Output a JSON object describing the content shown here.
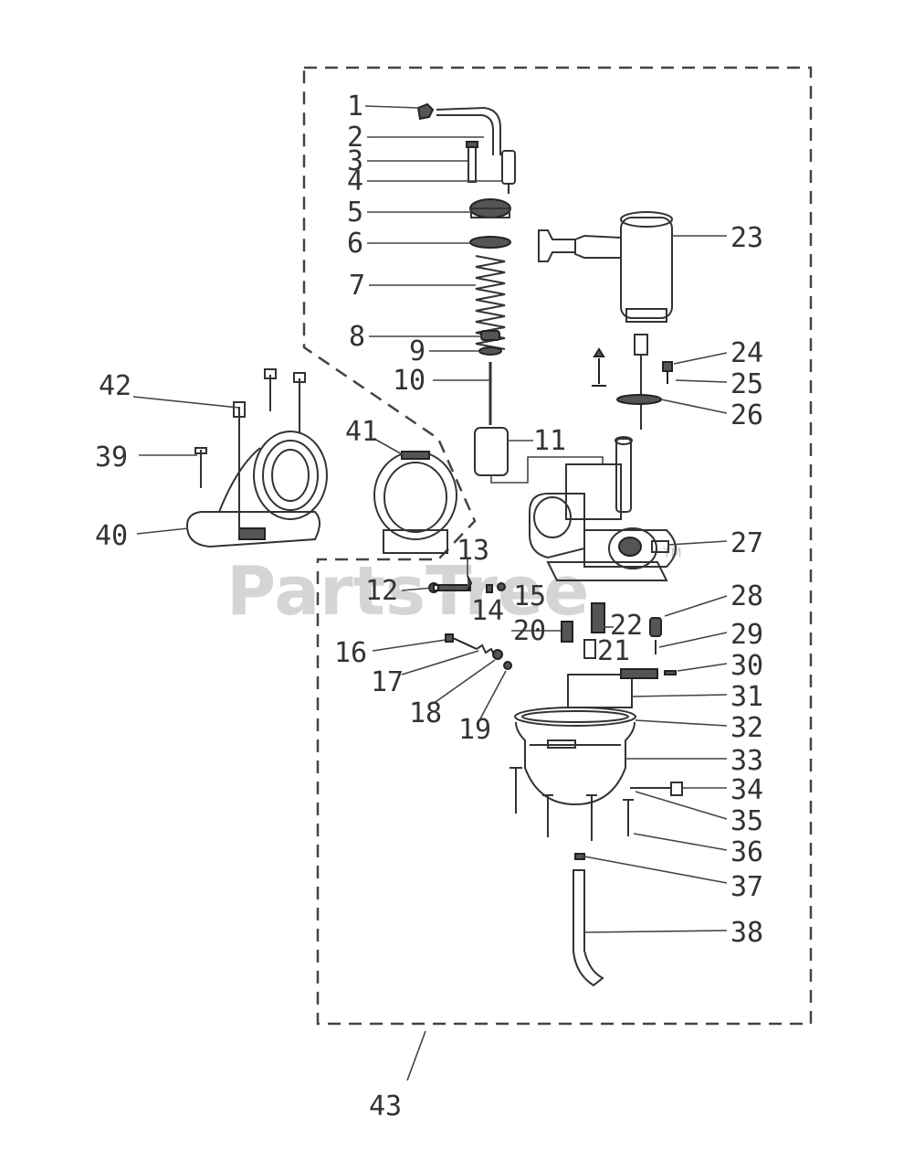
{
  "watermark": {
    "text": "PartsTree",
    "trademark": "TM"
  },
  "callouts": {
    "c1": "1",
    "c2": "2",
    "c3": "3",
    "c4": "4",
    "c5": "5",
    "c6": "6",
    "c7": "7",
    "c8": "8",
    "c9": "9",
    "c10": "10",
    "c11": "11",
    "c12": "12",
    "c13": "13",
    "c14": "14",
    "c15": "15",
    "c16": "16",
    "c17": "17",
    "c18": "18",
    "c19": "19",
    "c20": "20",
    "c21": "21",
    "c22": "22",
    "c23": "23",
    "c24": "24",
    "c25": "25",
    "c26": "26",
    "c27": "27",
    "c28": "28",
    "c29": "29",
    "c30": "30",
    "c31": "31",
    "c32": "32",
    "c33": "33",
    "c34": "34",
    "c35": "35",
    "c36": "36",
    "c37": "37",
    "c38": "38",
    "c39": "39",
    "c40": "40",
    "c41": "41",
    "c42": "42",
    "c43": "43"
  }
}
